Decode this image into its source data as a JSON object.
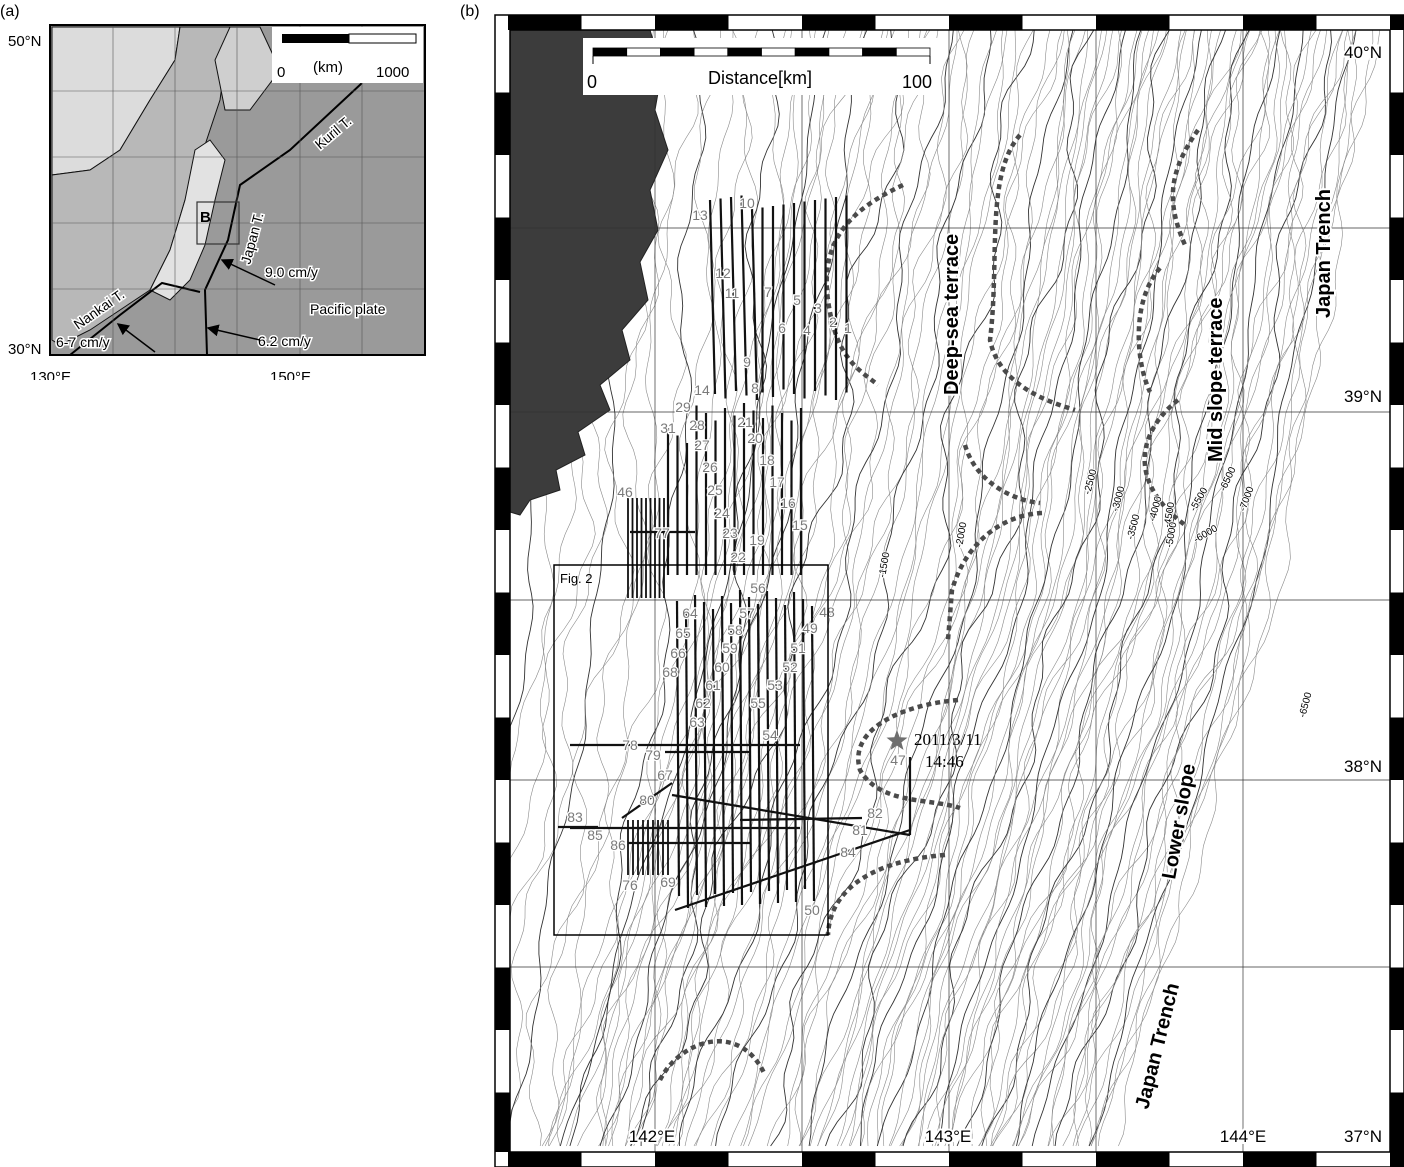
{
  "panel_a": {
    "label": "(a)",
    "lat_labels": [
      "50°N",
      "30°N"
    ],
    "lon_labels": [
      "130°E",
      "150°E"
    ],
    "scale": {
      "start": "0",
      "unit": "(km)",
      "end": "1000"
    },
    "box_label": "B",
    "features": {
      "kuril": "Kuril T.",
      "japan": "Japan T.",
      "nankai": "Nankai T.",
      "pacific": "Pacific plate"
    },
    "rates": {
      "japan": "9.0 cm/y",
      "pacific_south": "6.2 cm/y",
      "nankai": "6-7 cm/y"
    }
  },
  "panel_b": {
    "label": "(b)",
    "scale": {
      "start": "0",
      "title": "Distance[km]",
      "end": "100"
    },
    "lat_labels": [
      "40°N",
      "39°N",
      "38°N",
      "37°N"
    ],
    "lon_labels": [
      "142°E",
      "143°E",
      "144°E"
    ],
    "features": {
      "deep_sea_terrace": "Deep-sea terrace",
      "mid_slope_terrace": "Mid slope terrace",
      "japan_trench_north": "Japan Trench",
      "lower_slope": "Lower slope",
      "japan_trench_south": "Japan Trench"
    },
    "fig2_box": "Fig. 2",
    "epicenter": {
      "date": "2011/3/11",
      "time": "14:46",
      "marker": "star-icon",
      "color": "#6e6e6e"
    },
    "contour_labels": [
      "-1500",
      "-2000",
      "-2500",
      "-3000",
      "-3500",
      "-4000",
      "-4500",
      "-5000",
      "-5500",
      "-6000",
      "-6500",
      "-7000",
      "-6500"
    ],
    "track_labels": [
      "1",
      "2",
      "3",
      "4",
      "5",
      "6",
      "7",
      "8",
      "9",
      "10",
      "11",
      "12",
      "13",
      "14",
      "15",
      "16",
      "17",
      "18",
      "19",
      "20",
      "21",
      "22",
      "23",
      "24",
      "25",
      "26",
      "27",
      "28",
      "29",
      "31",
      "46",
      "47",
      "48",
      "49",
      "50",
      "51",
      "52",
      "53",
      "54",
      "55",
      "56",
      "57",
      "58",
      "59",
      "60",
      "61",
      "62",
      "63",
      "64",
      "65",
      "66",
      "67",
      "68",
      "69",
      "76",
      "77",
      "78",
      "79",
      "80",
      "81",
      "82",
      "83",
      "84",
      "85",
      "86"
    ]
  },
  "colors": {
    "land": "#3c3c3c",
    "track": "#111111",
    "track_label": "#7a7a7a",
    "contour": "#777777",
    "terrace_boundary": "#4a4a4a"
  }
}
